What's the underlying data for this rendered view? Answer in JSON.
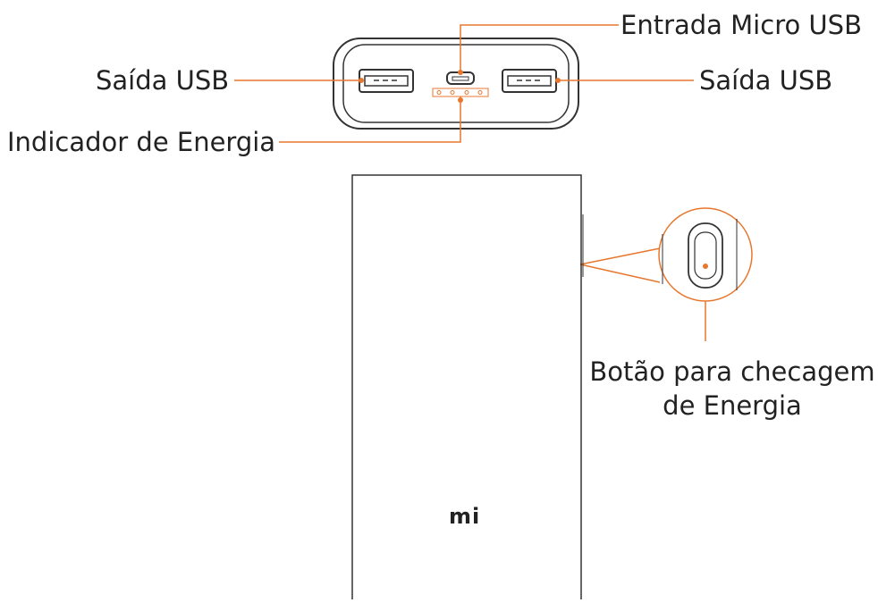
{
  "labels": {
    "usb_out_left": "Saída USB",
    "usb_out_right": "Saída USB",
    "micro_usb_in": "Entrada Micro USB",
    "power_indicator": "Indicador de Energia",
    "power_check_button_line1": "Botão para checagem",
    "power_check_button_line2": "de Energia"
  },
  "logo": {
    "text": "mi"
  },
  "colors": {
    "callout": "#E8772E",
    "outline": "#333333",
    "text": "#222222"
  }
}
